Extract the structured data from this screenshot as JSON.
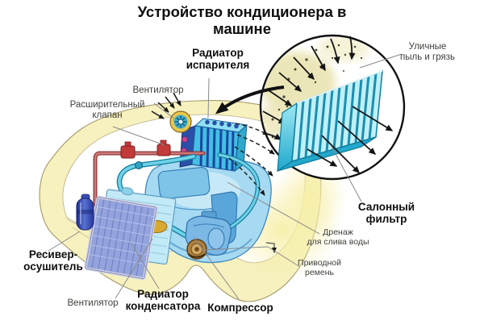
{
  "title": "Устройство кондиционера в машине",
  "labels": {
    "evaporator_radiator": "Радиатор\nиспарителя",
    "fan_top": "Вентилятор",
    "expansion_valve": "Расширительный\nклапан",
    "street_dust": "Уличные пыль и грязь",
    "cabin_filter": "Салонный\nфильтр",
    "drain": "Дренаж\nдля слива воды",
    "drive_belt": "Приводной\nремень",
    "receiver_dryer": "Ресивер-\nосушитель",
    "fan_bottom": "Вентилятор",
    "condenser_radiator": "Радиатор\nконденсатора",
    "compressor": "Компрессор"
  },
  "colors": {
    "background": "#FFFFFF",
    "body_shell_yellow": "#F6F1BE",
    "engine_blue": "#A6DAF2",
    "high_pressure_pipe_red": "#C25858",
    "low_pressure_pipe_cyan": "#6FD2E8",
    "cabin_filter_cyan": "#35B8DC",
    "condenser_violet": "#93A3DC",
    "fan_gold": "#E3B33C",
    "outline_black": "#111111",
    "label_text": "#1A1A1A"
  }
}
